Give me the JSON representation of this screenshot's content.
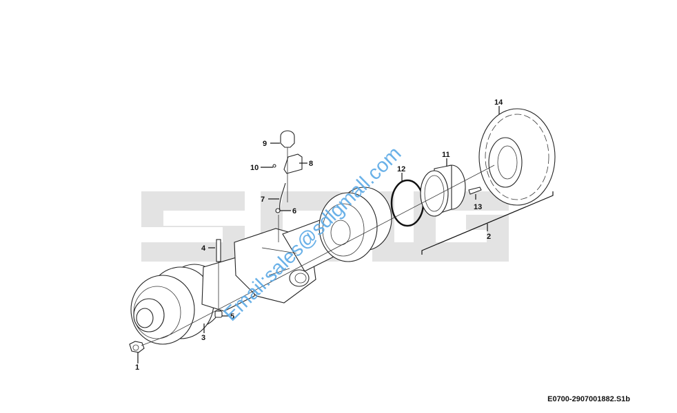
{
  "diagram": {
    "watermark_logo": "SDLG",
    "email_watermark": "Email:sales@sdlgmall.com",
    "reference_code": "E0700-2907001882.S1b",
    "callouts": [
      "1",
      "2",
      "3",
      "4",
      "5",
      "6",
      "7",
      "8",
      "9",
      "10",
      "11",
      "12",
      "13",
      "14"
    ],
    "colors": {
      "watermark_logo": "#e3e3e3",
      "email_watermark": "#5aa9e6",
      "lines": "#111111"
    }
  }
}
